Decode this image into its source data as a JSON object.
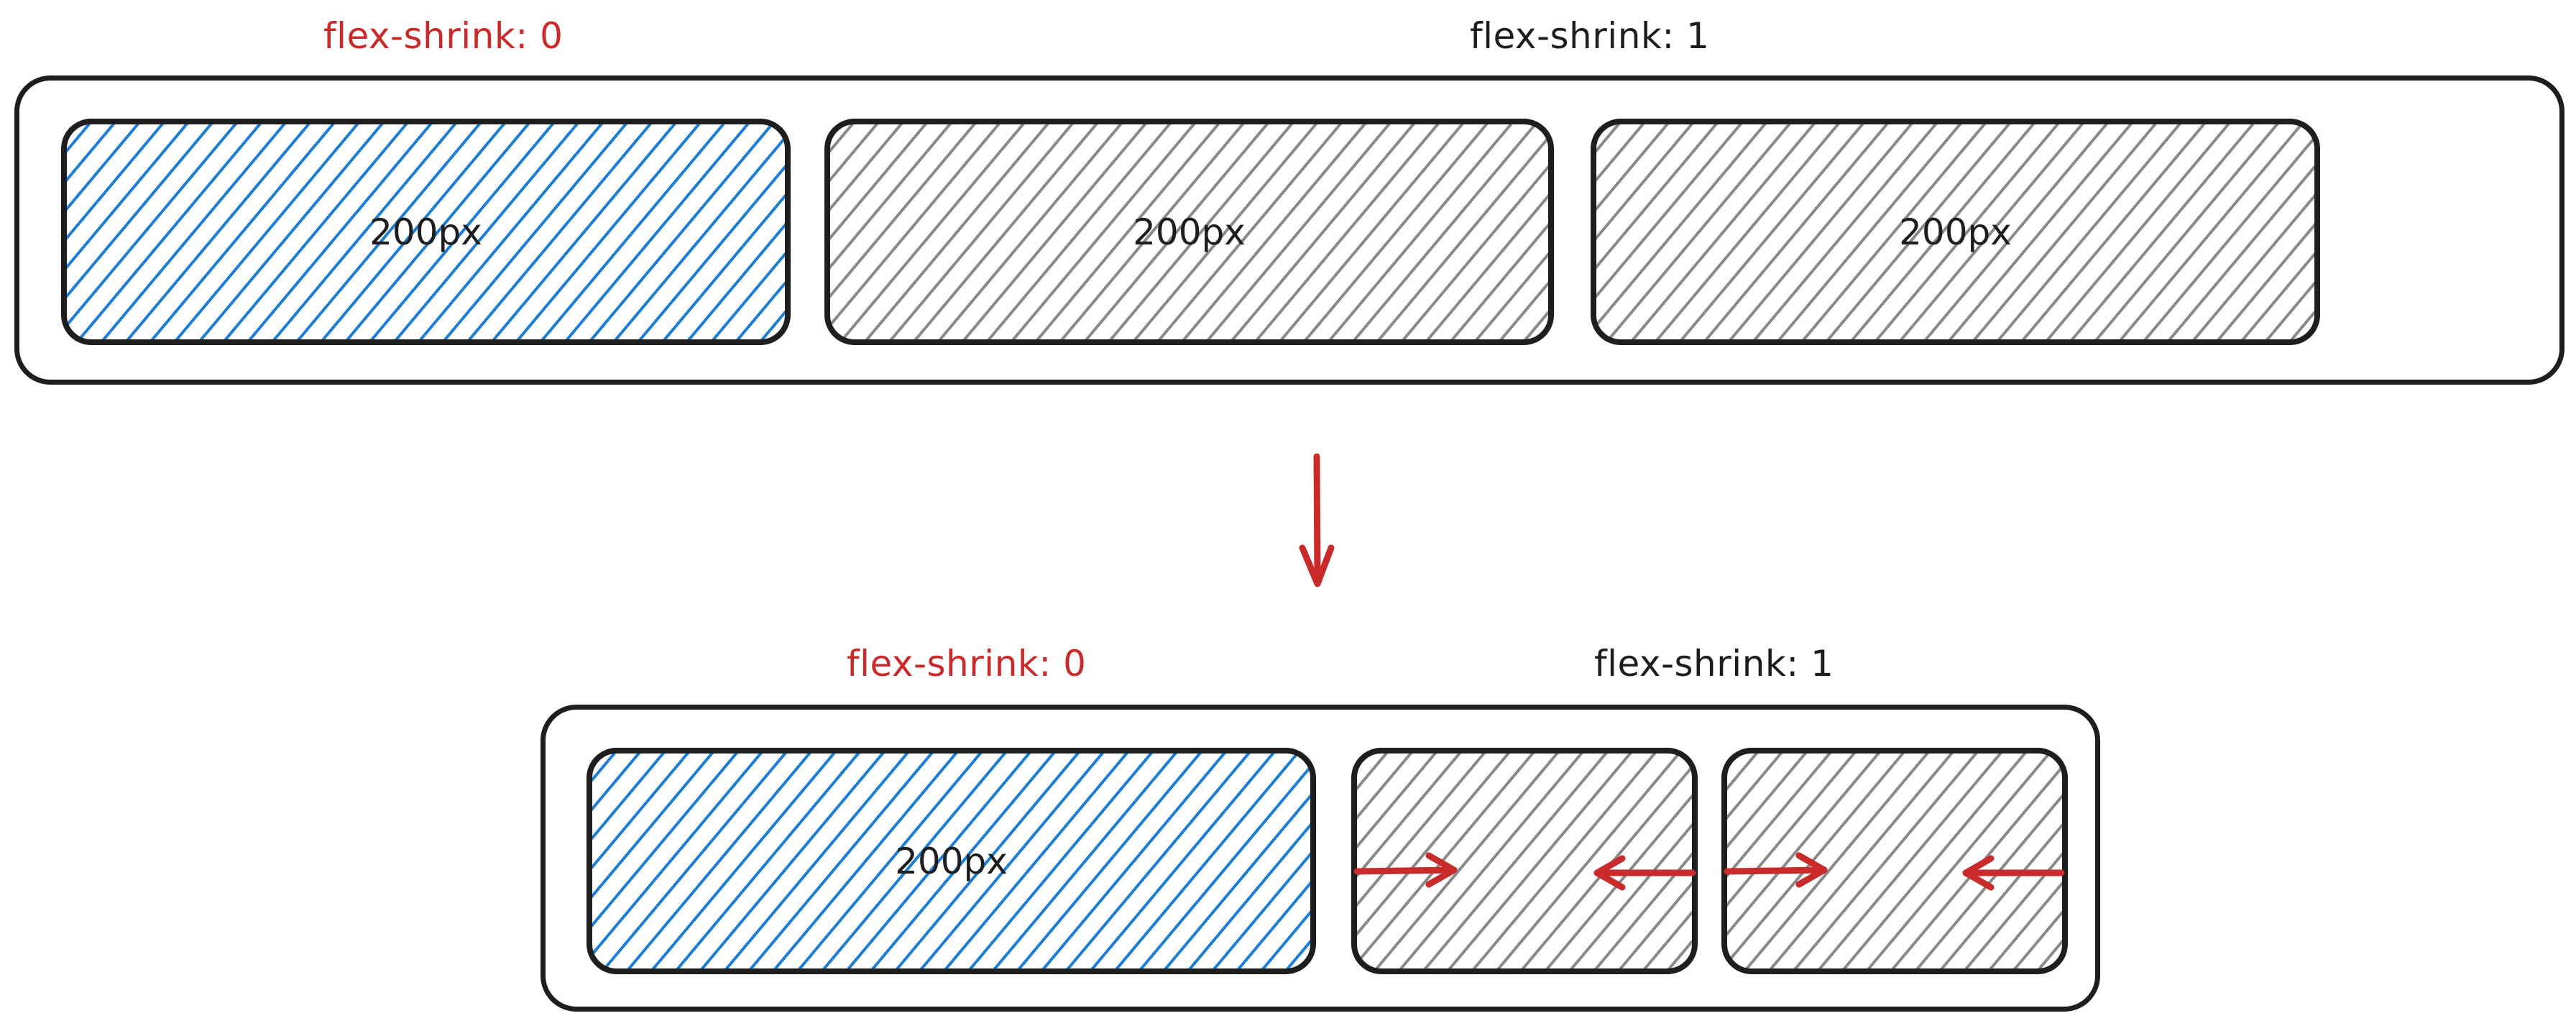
{
  "top": {
    "label_noshrink": "flex-shrink: 0",
    "label_shrink": "flex-shrink: 1",
    "items": [
      {
        "text": "200px",
        "style": "blue"
      },
      {
        "text": "200px",
        "style": "gray"
      },
      {
        "text": "200px",
        "style": "gray"
      }
    ]
  },
  "bottom": {
    "label_noshrink": "flex-shrink: 0",
    "label_shrink": "flex-shrink: 1",
    "items": [
      {
        "text": "200px",
        "style": "blue"
      },
      {
        "text": "",
        "style": "gray"
      },
      {
        "text": "",
        "style": "gray"
      }
    ]
  },
  "colors": {
    "accent_red": "#c92a2a",
    "hatch_blue": "#1c7ed6",
    "hatch_gray": "#8a8a8a",
    "stroke": "#1e1e1e"
  },
  "icons": {
    "transition_arrow": "down-arrow-icon",
    "shrink_arrows": "inward-arrow-icon"
  }
}
